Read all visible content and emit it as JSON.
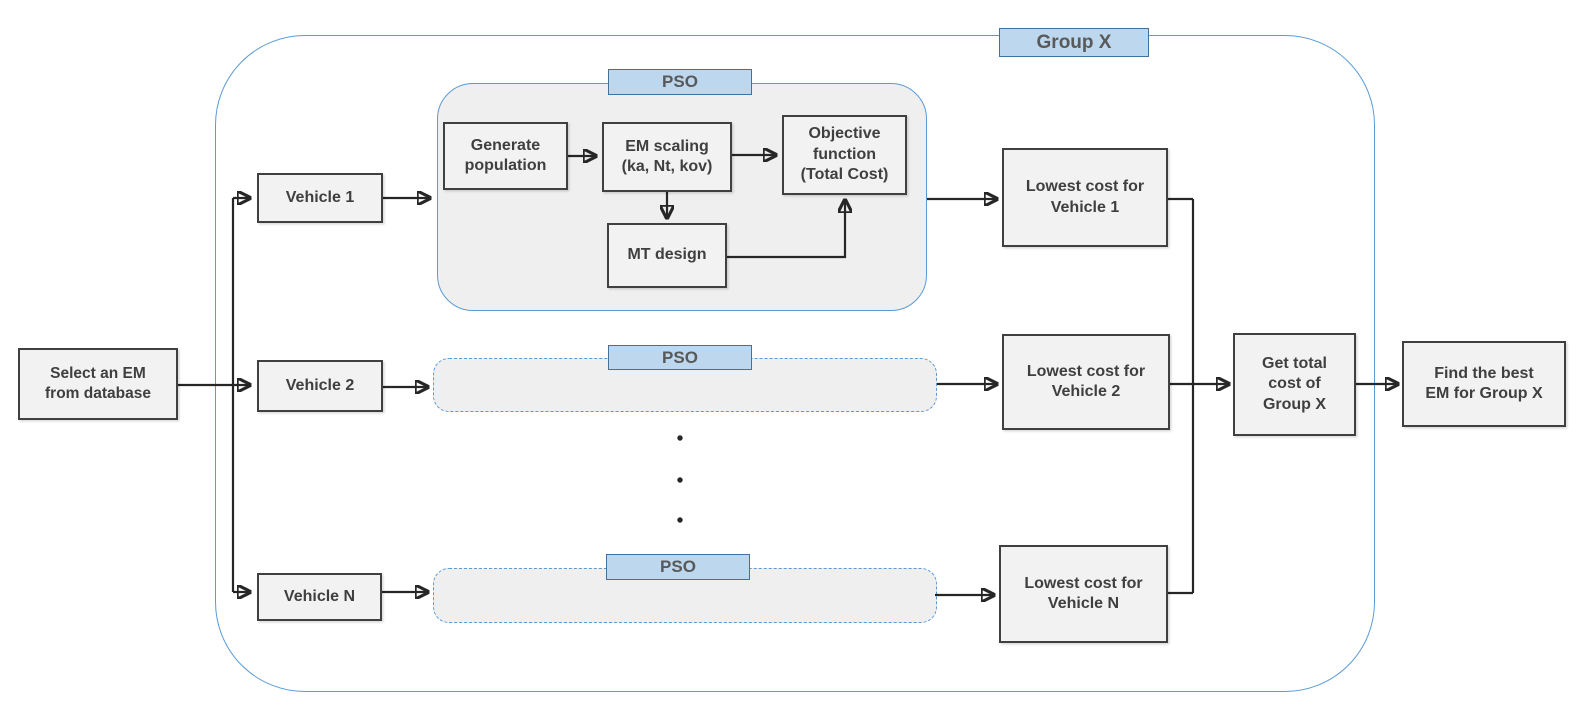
{
  "labels": {
    "group_x": "Group X",
    "pso_vehicle_1": "PSO",
    "pso_vehicle_2": "PSO",
    "pso_vehicle_n": "PSO"
  },
  "nodes": {
    "select_em": "Select an EM\nfrom database",
    "vehicle_1": "Vehicle 1",
    "vehicle_2": "Vehicle 2",
    "vehicle_n": "Vehicle N",
    "generate_population": "Generate\npopulation",
    "em_scaling": "EM scaling\n(ka, Nt, kov)",
    "objective_function": "Objective\nfunction\n(Total Cost)",
    "mt_design": "MT design",
    "lowest_cost_v1": "Lowest cost for\nVehicle 1",
    "lowest_cost_v2": "Lowest cost for\nVehicle 2",
    "lowest_cost_vn": "Lowest cost for\nVehicle N",
    "get_total_cost": "Get total\ncost of\nGroup X",
    "find_best_em": "Find the best\nEM for Group X"
  },
  "ellipsis_dot_count": 3,
  "colors": {
    "node_fill": "#f2f2f2",
    "node_border": "#404040",
    "node_text": "#3f3f3f",
    "badge_fill": "#bdd7ee",
    "badge_border": "#41719c",
    "badge_text": "#595959",
    "container_border": "#5b9bd5",
    "container_fill": "#efefef",
    "arrow": "#262626"
  }
}
